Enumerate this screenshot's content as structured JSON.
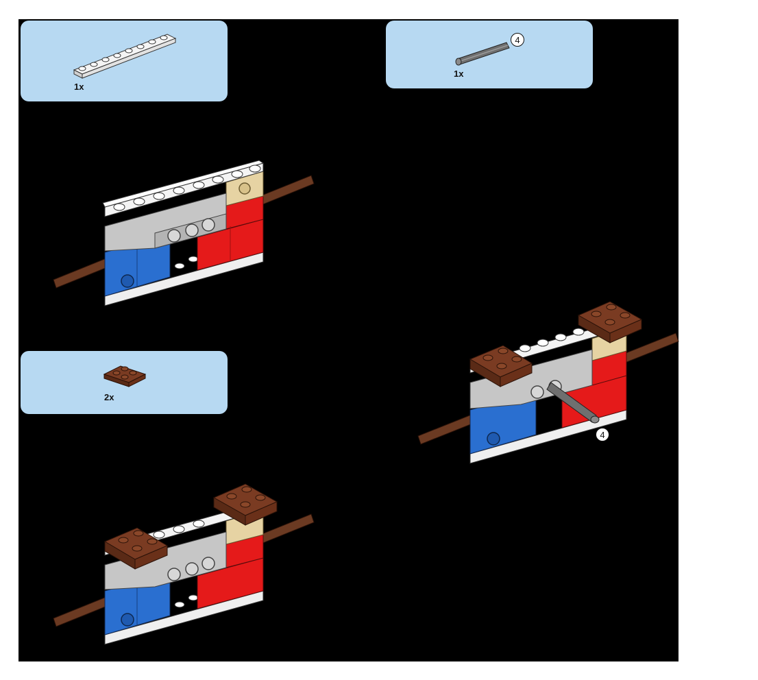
{
  "callouts": {
    "plate_1x8": {
      "qty": "1x"
    },
    "axle": {
      "qty": "1x",
      "length": "4"
    },
    "plate_2x2": {
      "qty": "2x"
    }
  },
  "steps": {
    "step_b_axle_callout": "4"
  },
  "colors": {
    "callout_bg": "#b7d9f2",
    "white": "#f4f4f4",
    "light_gray": "#c6c6c6",
    "tan": "#e6d3a3",
    "red": "#e51a1a",
    "blue": "#2a6fd0",
    "reddish_brown": "#7a3b22",
    "dark_gray": "#6f6f6f"
  }
}
